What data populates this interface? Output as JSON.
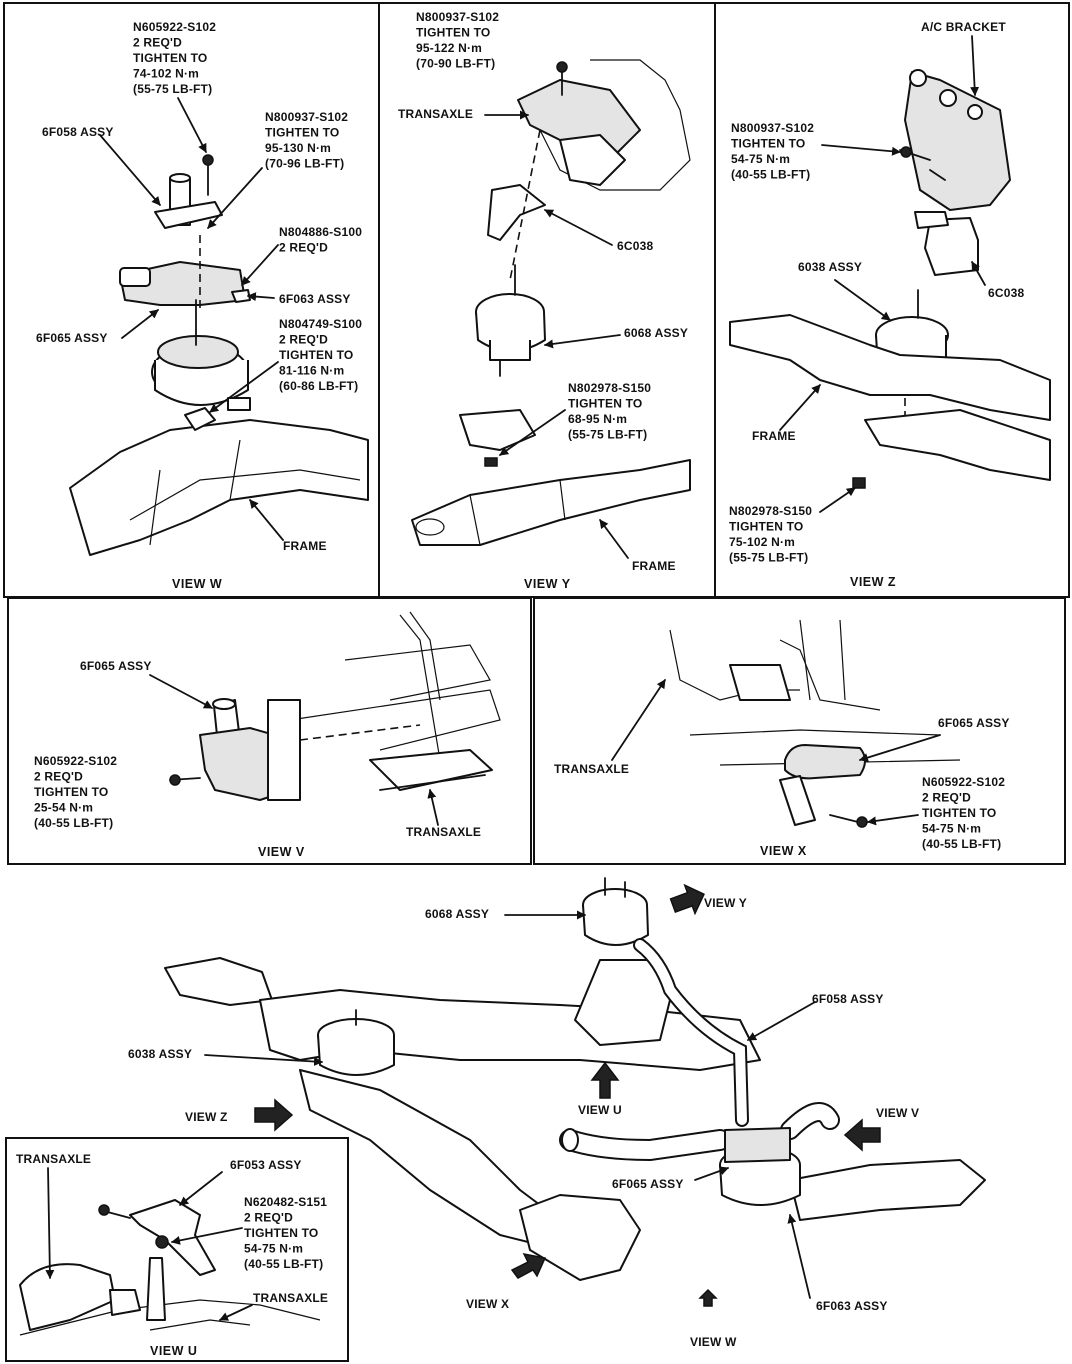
{
  "view_w": {
    "title": "VIEW W",
    "callouts": [
      [
        "N605922-S102",
        "2 REQ'D",
        "TIGHTEN TO",
        "74-102 N·m",
        "(55-75 LB-FT)"
      ],
      [
        "6F058 ASSY"
      ],
      [
        "N800937-S102",
        "TIGHTEN TO",
        "95-130 N·m",
        "(70-96 LB-FT)"
      ],
      [
        "N804886-S100",
        "2 REQ'D"
      ],
      [
        "6F063 ASSY"
      ],
      [
        "6F065 ASSY"
      ],
      [
        "N804749-S100",
        "2 REQ'D",
        "TIGHTEN TO",
        "81-116 N·m",
        "(60-86 LB-FT)"
      ],
      [
        "FRAME"
      ]
    ]
  },
  "view_y": {
    "title": "VIEW Y",
    "callouts": [
      [
        "N800937-S102",
        "TIGHTEN TO",
        "95-122 N·m",
        "(70-90 LB-FT)"
      ],
      [
        "TRANSAXLE"
      ],
      [
        "6C038"
      ],
      [
        "6068 ASSY"
      ],
      [
        "N802978-S150",
        "TIGHTEN TO",
        "68-95 N·m",
        "(55-75 LB-FT)"
      ],
      [
        "FRAME"
      ]
    ]
  },
  "view_z": {
    "title": "VIEW Z",
    "callouts": [
      [
        "A/C BRACKET"
      ],
      [
        "N800937-S102",
        "TIGHTEN TO",
        "54-75 N·m",
        "(40-55 LB-FT)"
      ],
      [
        "6038 ASSY"
      ],
      [
        "6C038"
      ],
      [
        "FRAME"
      ],
      [
        "N802978-S150",
        "TIGHTEN TO",
        "75-102 N·m",
        "(55-75 LB-FT)"
      ]
    ]
  },
  "view_v": {
    "title": "VIEW V",
    "callouts": [
      [
        "6F065 ASSY"
      ],
      [
        "N605922-S102",
        "2 REQ'D",
        "TIGHTEN TO",
        "25-54 N·m",
        "(40-55 LB-FT)"
      ],
      [
        "TRANSAXLE"
      ]
    ]
  },
  "view_x": {
    "title": "VIEW X",
    "callouts": [
      [
        "TRANSAXLE"
      ],
      [
        "6F065 ASSY"
      ],
      [
        "N605922-S102",
        "2 REQ'D",
        "TIGHTEN TO",
        "54-75 N·m",
        "(40-55 LB-FT)"
      ]
    ]
  },
  "view_u": {
    "title": "VIEW U",
    "callouts": [
      [
        "TRANSAXLE"
      ],
      [
        "6F053 ASSY"
      ],
      [
        "N620482-S151",
        "2 REQ'D",
        "TIGHTEN TO",
        "54-75 N·m",
        "(40-55 LB-FT)"
      ],
      [
        "TRANSAXLE"
      ]
    ]
  },
  "main": {
    "callouts": [
      [
        "6068 ASSY"
      ],
      [
        "VIEW Y"
      ],
      [
        "6F058 ASSY"
      ],
      [
        "6038 ASSY"
      ],
      [
        "VIEW Z"
      ],
      [
        "VIEW U"
      ],
      [
        "VIEW V"
      ],
      [
        "6F065 ASSY"
      ],
      [
        "VIEW X"
      ],
      [
        "VIEW W"
      ],
      [
        "6F063 ASSY"
      ]
    ]
  }
}
